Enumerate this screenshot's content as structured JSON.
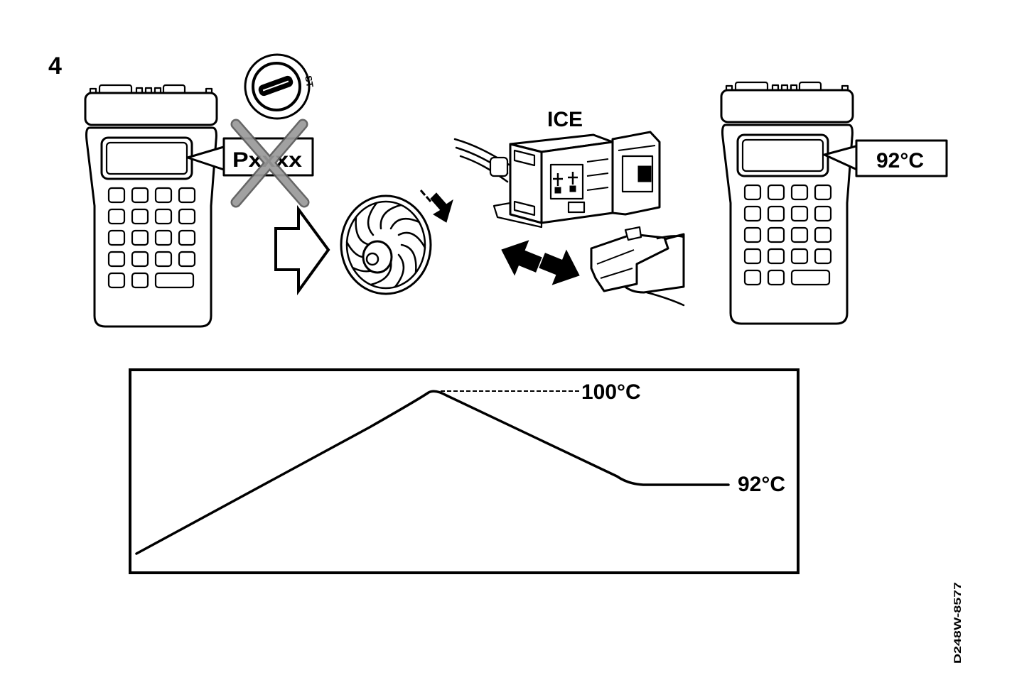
{
  "step_number": "4",
  "ignition_switch": {
    "position_label": "ST"
  },
  "tester_left": {
    "display_code": "Pxxxx"
  },
  "connector": {
    "label": "ICE"
  },
  "tester_right": {
    "display_value": "92°C"
  },
  "temperature_graph": {
    "peak_label": "100°C",
    "final_label": "92°C"
  },
  "figure_code": "D248W-8577",
  "icons": [
    "diagnostic-tester-icon",
    "ignition-key-icon",
    "cooling-fan-icon",
    "connector-icon",
    "plug-icon"
  ],
  "colors": {
    "line": "#000000",
    "cross": "#8a8a8a",
    "background": "#ffffff"
  }
}
